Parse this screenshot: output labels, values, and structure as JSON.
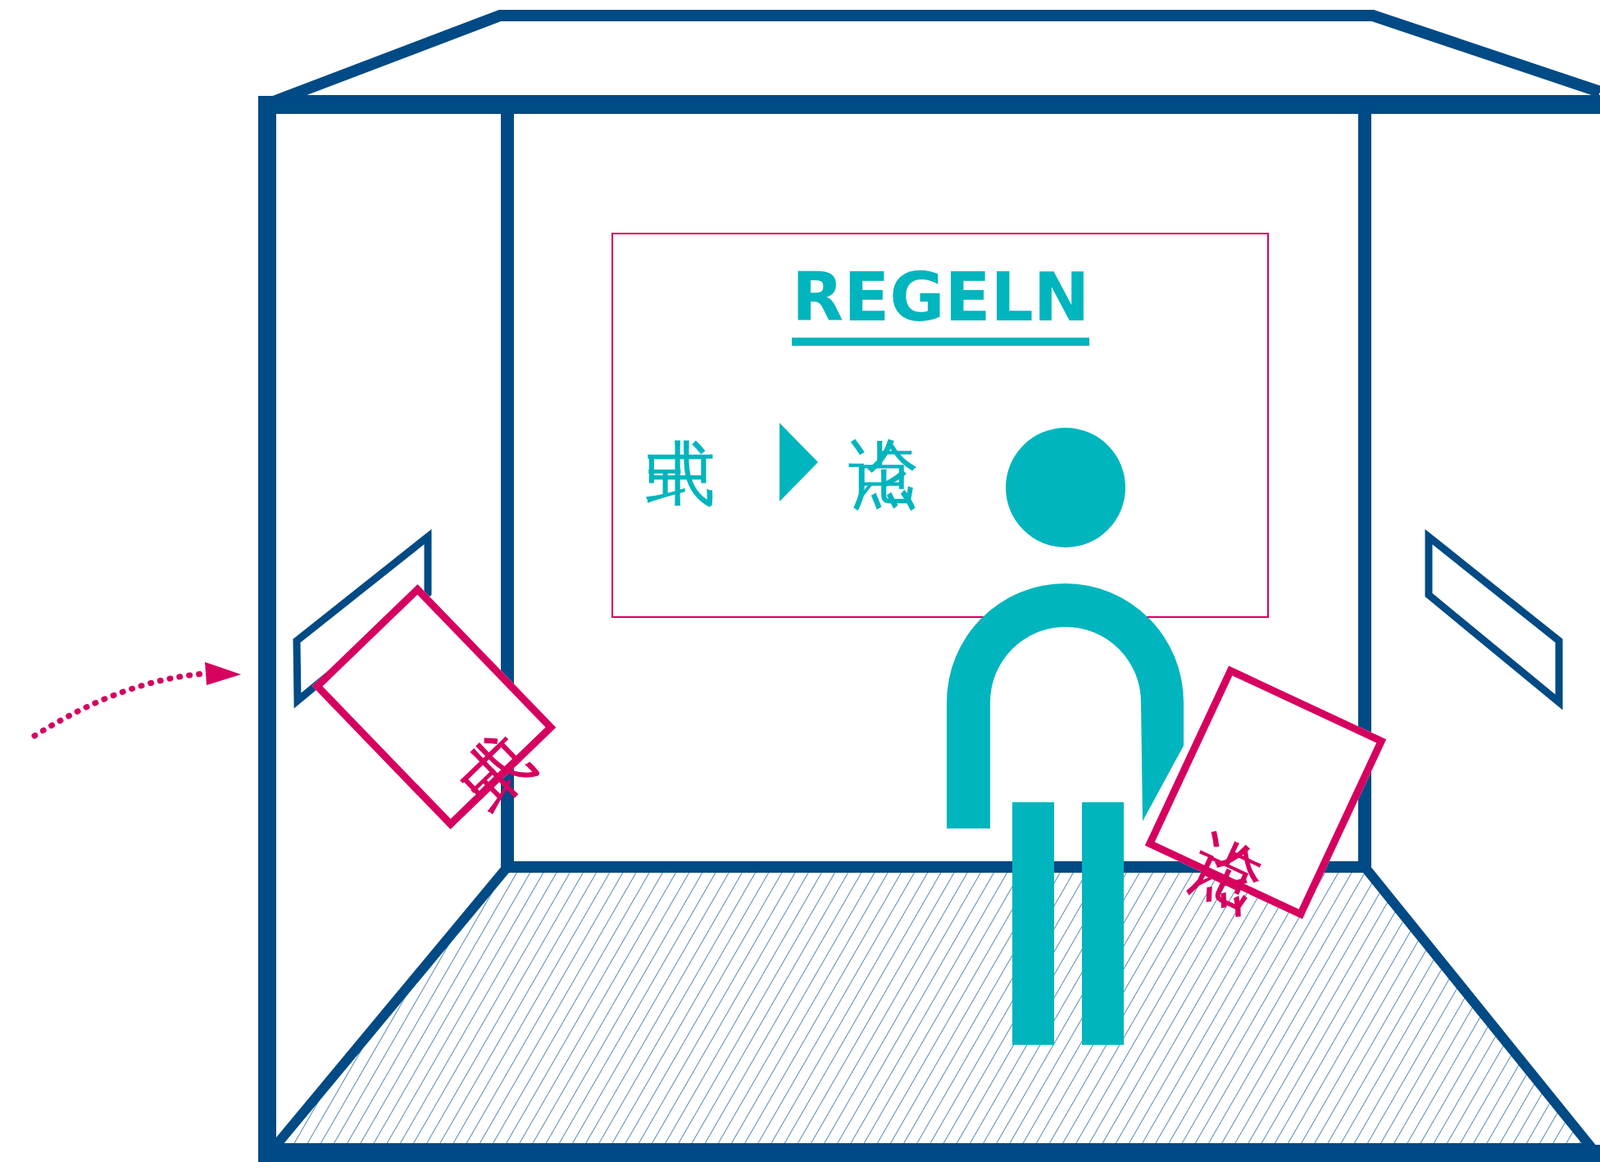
{
  "diagram": {
    "nodes": [
      {
        "text": [
          "REGELN",
          "中式",
          "论点"
        ]
      },
      {
        "text": [
          "中式"
        ]
      },
      {
        "text": [
          "论点"
        ]
      }
    ]
  }
}
